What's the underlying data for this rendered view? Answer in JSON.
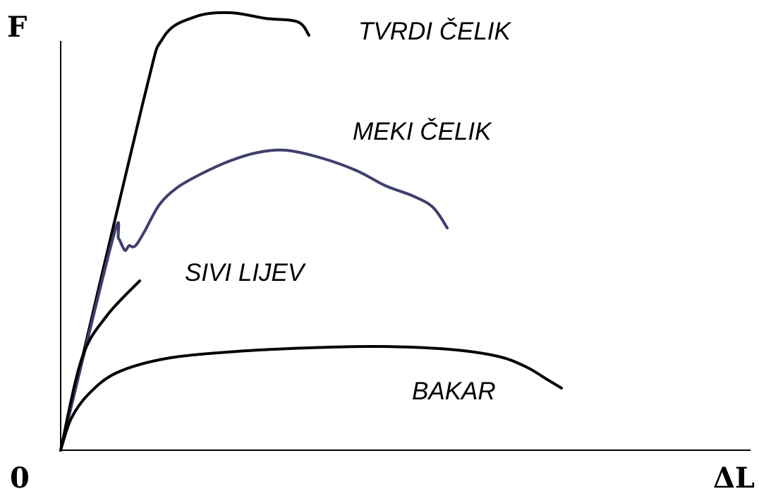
{
  "chart_data": {
    "type": "line",
    "ylabel": "F",
    "xlabel": "ΔL",
    "origin_label": "0",
    "grid": false,
    "colors": {
      "axes": "#000000",
      "text": "#000000"
    },
    "series": [
      {
        "name": "TVRDI ČELIK",
        "color": "#000000",
        "points": [
          [
            0,
            0
          ],
          [
            116,
            490
          ],
          [
            145,
            584
          ],
          [
            190,
            614
          ],
          [
            240,
            620
          ],
          [
            290,
            612
          ],
          [
            336,
            607
          ],
          [
            352,
            588
          ]
        ]
      },
      {
        "name": "MEKI ČELIK",
        "color": "#3f3f6e",
        "points": [
          [
            0,
            0
          ],
          [
            74,
            300
          ],
          [
            82,
            300
          ],
          [
            88,
            288
          ],
          [
            92,
            283
          ],
          [
            97,
            290
          ],
          [
            102,
            288
          ],
          [
            108,
            292
          ],
          [
            120,
            312
          ],
          [
            140,
            348
          ],
          [
            165,
            372
          ],
          [
            200,
            392
          ],
          [
            240,
            410
          ],
          [
            280,
            422
          ],
          [
            320,
            425
          ],
          [
            370,
            414
          ],
          [
            420,
            396
          ],
          [
            460,
            375
          ],
          [
            500,
            360
          ],
          [
            528,
            344
          ],
          [
            548,
            315
          ]
        ]
      },
      {
        "name": "SIVI LIJEV",
        "color": "#000000",
        "points": [
          [
            0,
            0
          ],
          [
            30,
            130
          ],
          [
            65,
            190
          ],
          [
            112,
            240
          ]
        ]
      },
      {
        "name": "BAKAR",
        "color": "#000000",
        "points": [
          [
            0,
            0
          ],
          [
            15,
            45
          ],
          [
            40,
            80
          ],
          [
            80,
            110
          ],
          [
            150,
            130
          ],
          [
            250,
            140
          ],
          [
            350,
            145
          ],
          [
            450,
            147
          ],
          [
            550,
            143
          ],
          [
            620,
            133
          ],
          [
            660,
            118
          ],
          [
            690,
            100
          ],
          [
            710,
            88
          ]
        ]
      }
    ]
  }
}
